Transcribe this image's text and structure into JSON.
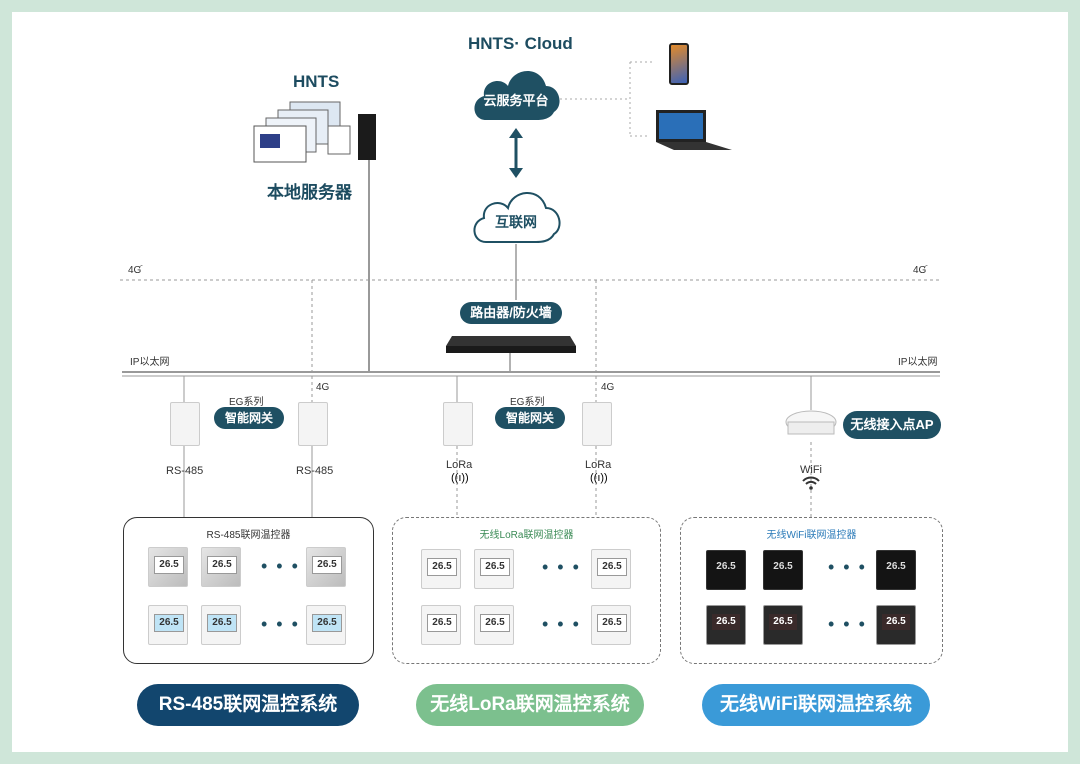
{
  "cloud": {
    "title": "HNTS· Cloud",
    "label": "云服务平台"
  },
  "server": {
    "title": "HNTS",
    "label": "本地服务器"
  },
  "internet": {
    "label": "互联网"
  },
  "router": {
    "label": "路由器/防火墙"
  },
  "network": {
    "signal_4g": "4G",
    "ethernet": "IP以太网"
  },
  "gateways": [
    {
      "series": "EG系列",
      "label": "智能网关"
    },
    {
      "series": "EG系列",
      "label": "智能网关"
    }
  ],
  "ap": {
    "label": "无线接入点AP"
  },
  "links": {
    "rs485": "RS-485",
    "lora": "LoRa",
    "wifi": "WiFi"
  },
  "groups": [
    {
      "title": "RS-485联网温控器",
      "button": "RS-485联网温控系统",
      "color": "#12466e"
    },
    {
      "title": "无线LoRa联网温控器",
      "button": "无线LoRa联网温控系统",
      "color": "#7cc08e"
    },
    {
      "title": "无线WiFi联网温控器",
      "button": "无线WiFi联网温控系统",
      "color": "#3a9ad8"
    }
  ],
  "thermostat_reading": "26.5",
  "ellipsis": "• • •"
}
